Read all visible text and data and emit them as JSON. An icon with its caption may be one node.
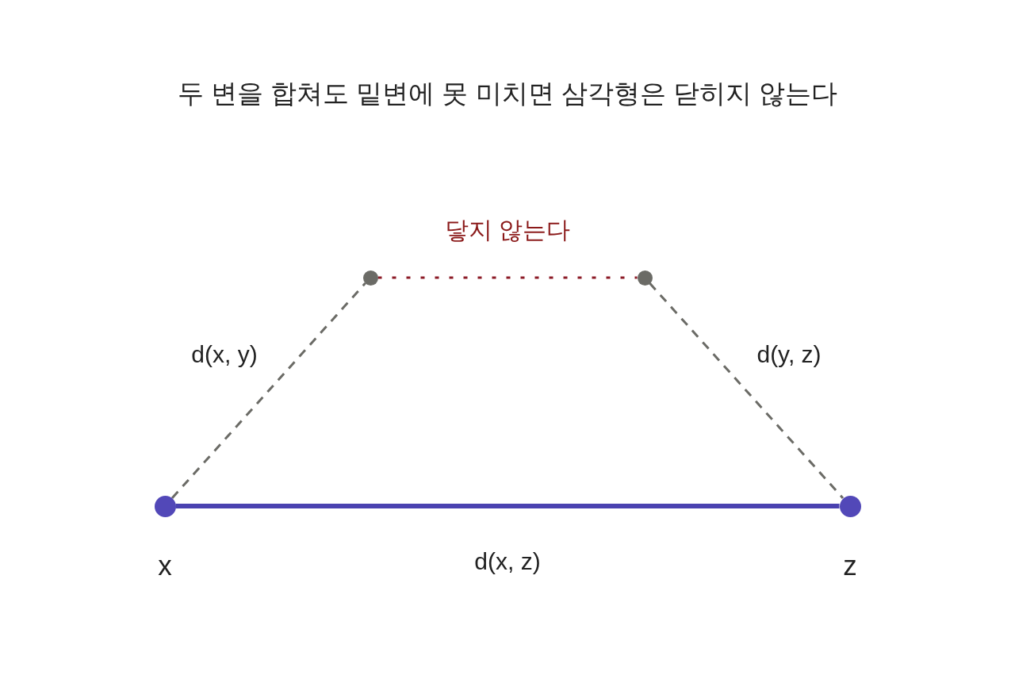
{
  "diagram": {
    "title": "두 변을 합쳐도 밑변에 못 미치면 삼각형은 닫히지 않는다",
    "nodes": [
      {
        "text": [],
        "shape": "circle",
        "beside": [
          "x"
        ]
      },
      {
        "text": [],
        "shape": "circle"
      },
      {
        "text": [],
        "shape": "circle"
      },
      {
        "text": [],
        "shape": "circle",
        "beside": [
          "z"
        ]
      }
    ],
    "edges": [
      {
        "from": 0,
        "to": 1,
        "arrow": "none",
        "style": "dashed",
        "label": "d(x, y)"
      },
      {
        "from": 1,
        "to": 2,
        "arrow": "none",
        "style": "dashed",
        "color": "#8b1a26",
        "label": "닿지 않는다"
      },
      {
        "from": 2,
        "to": 3,
        "arrow": "none",
        "style": "dashed",
        "label": "d(y, z)"
      },
      {
        "from": 0,
        "to": 3,
        "arrow": "none",
        "style": "thick",
        "color": "#4a42b0",
        "label": "d(x, z)"
      }
    ]
  }
}
